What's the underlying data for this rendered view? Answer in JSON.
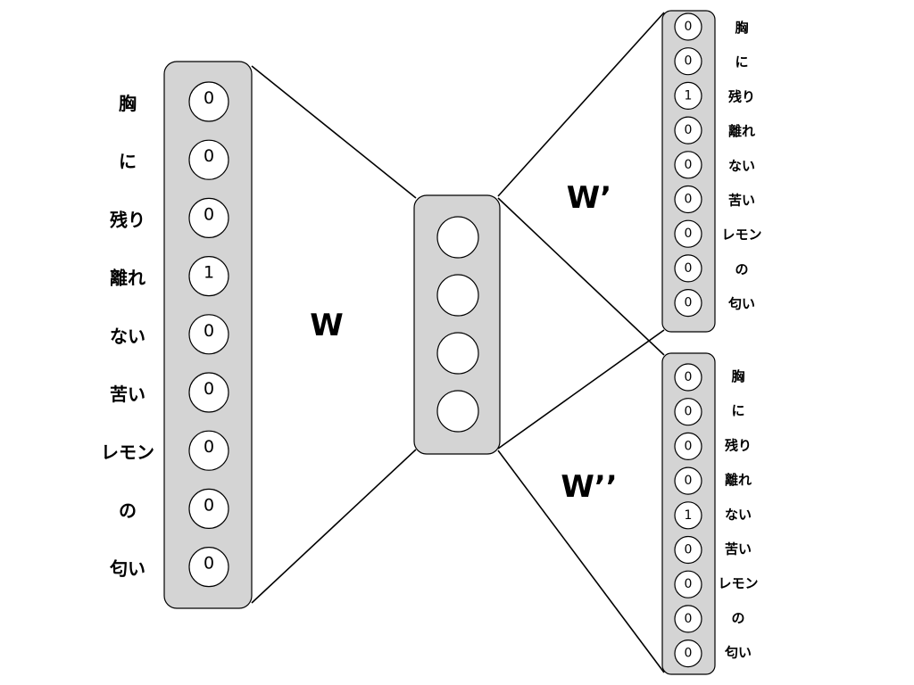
{
  "input_layer": {
    "words": [
      "胸",
      "に",
      "残り",
      "離れ",
      "ない",
      "苦い",
      "レモン",
      "の",
      "匂い"
    ],
    "values": [
      "0",
      "0",
      "0",
      "1",
      "0",
      "0",
      "0",
      "0",
      "0"
    ]
  },
  "hidden_layer": {
    "node_count": 4
  },
  "output_layer_1": {
    "words": [
      "胸",
      "に",
      "残り",
      "離れ",
      "ない",
      "苦い",
      "レモン",
      "の",
      "匂い"
    ],
    "values": [
      "0",
      "0",
      "1",
      "0",
      "0",
      "0",
      "0",
      "0",
      "0"
    ]
  },
  "output_layer_2": {
    "words": [
      "胸",
      "に",
      "残り",
      "離れ",
      "ない",
      "苦い",
      "レモン",
      "の",
      "匂い"
    ],
    "values": [
      "0",
      "0",
      "0",
      "0",
      "1",
      "0",
      "0",
      "0",
      "0"
    ]
  },
  "weights": {
    "input_to_hidden": "W",
    "hidden_to_output_1": "W’",
    "hidden_to_output_2": "W’’"
  }
}
